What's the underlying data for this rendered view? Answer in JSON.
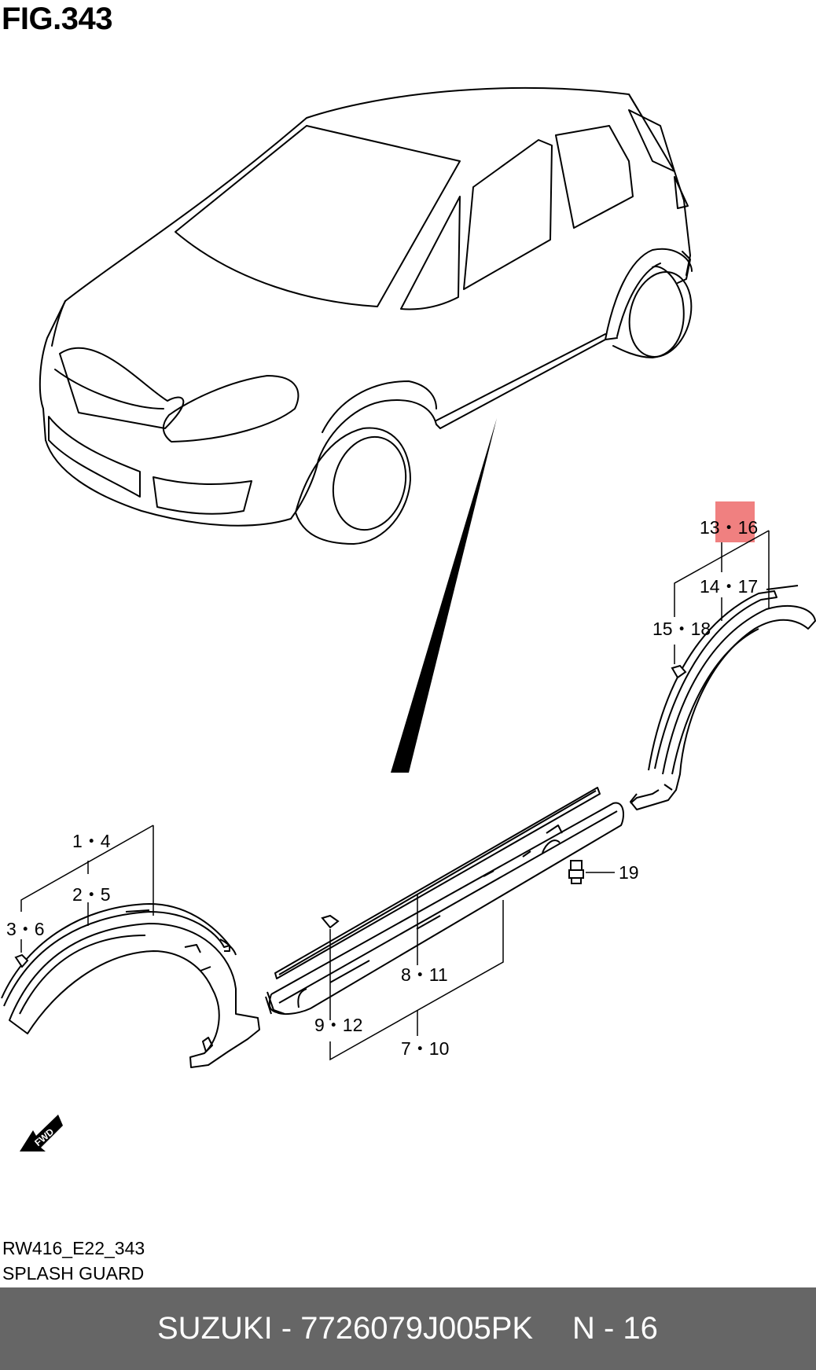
{
  "figure": {
    "title": "FIG.343"
  },
  "callouts": {
    "c1": "1・4",
    "c2": "2・5",
    "c3": "3・6",
    "c4": "7・10",
    "c5": "8・11",
    "c6": "9・12",
    "c7": "13・16",
    "c8": "14・17",
    "c9": "15・18",
    "c10": "19"
  },
  "highlight": {
    "color": "#f08080",
    "callout": "13・16"
  },
  "fwd_label": "FWD",
  "diagram_code": "RW416_E22_343",
  "diagram_name": "SPLASH GUARD",
  "footer": {
    "part_label": "SUZUKI - 7726079J005PK",
    "page_label": "N - 16",
    "background": "#666666"
  }
}
